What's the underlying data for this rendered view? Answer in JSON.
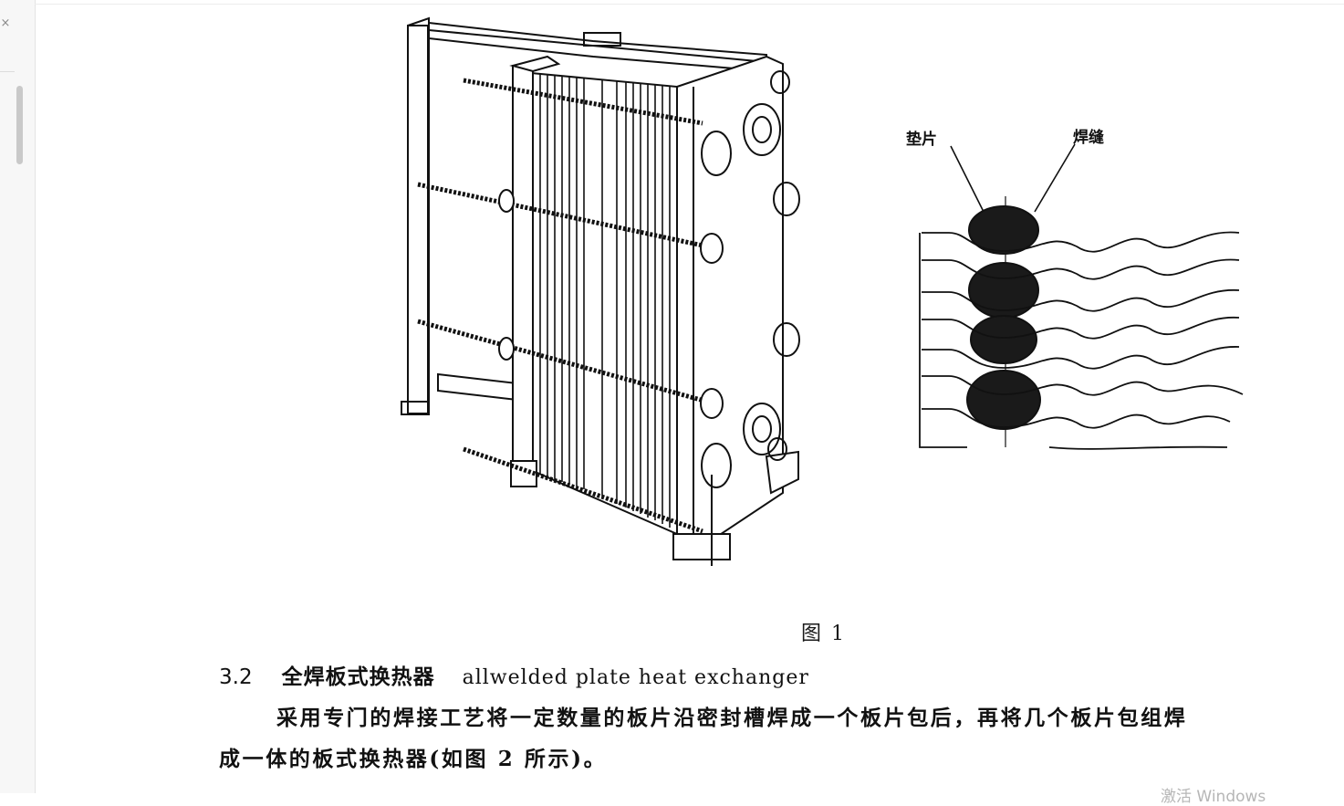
{
  "viewer": {
    "close_glyph": "×"
  },
  "figure": {
    "label_gasket": "垫片",
    "label_weld": "焊缝",
    "caption": "图 1"
  },
  "section": {
    "number": "3.2",
    "title_zh": "全焊板式换热器",
    "title_en": "allwelded plate heat exchanger"
  },
  "body": {
    "line1": "采用专门的焊接工艺将一定数量的板片沿密封槽焊成一个板片包后，再将几个板片包组焊",
    "line2": "成一体的板式换热器(如图 2 所示)。"
  },
  "watermark": {
    "text": "激活 Windows"
  }
}
